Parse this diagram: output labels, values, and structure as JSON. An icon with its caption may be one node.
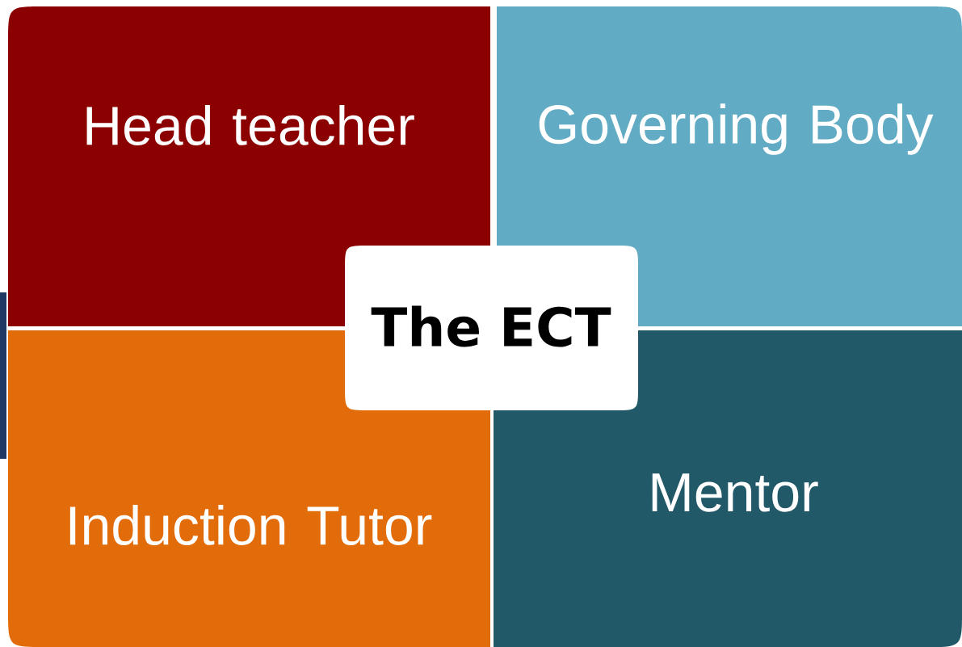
{
  "diagram": {
    "nodes": [
      {
        "text": [
          "Head teacher"
        ]
      },
      {
        "text": [
          "Governing Body"
        ]
      },
      {
        "text": [
          "Induction Tutor"
        ]
      },
      {
        "text": [
          "Mentor"
        ]
      },
      {
        "text": [
          "The ECT"
        ]
      }
    ]
  }
}
